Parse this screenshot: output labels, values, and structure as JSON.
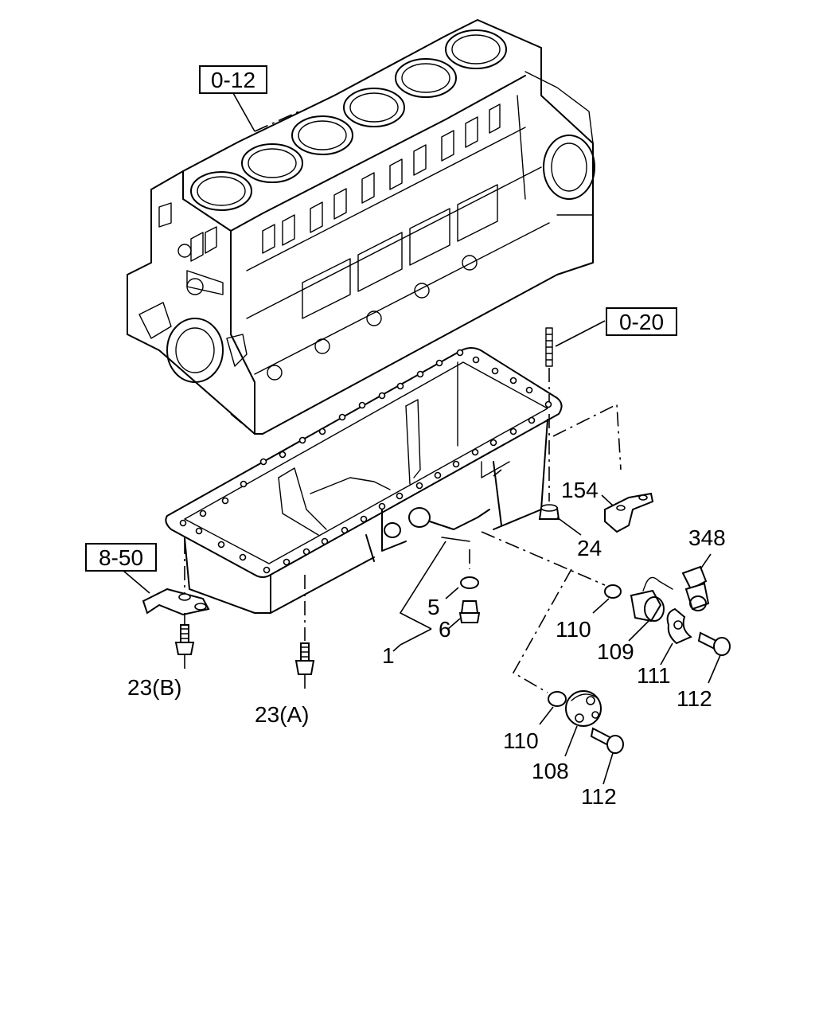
{
  "callouts": {
    "ref_0_12": "0-12",
    "ref_0_20": "0-20",
    "ref_8_50": "8-50",
    "p1": "1",
    "p5": "5",
    "p6": "6",
    "p23a": "23(A)",
    "p23b": "23(B)",
    "p24": "24",
    "p108": "108",
    "p109": "109",
    "p110a": "110",
    "p110b": "110",
    "p111": "111",
    "p112a": "112",
    "p112b": "112",
    "p154": "154",
    "p348": "348"
  }
}
